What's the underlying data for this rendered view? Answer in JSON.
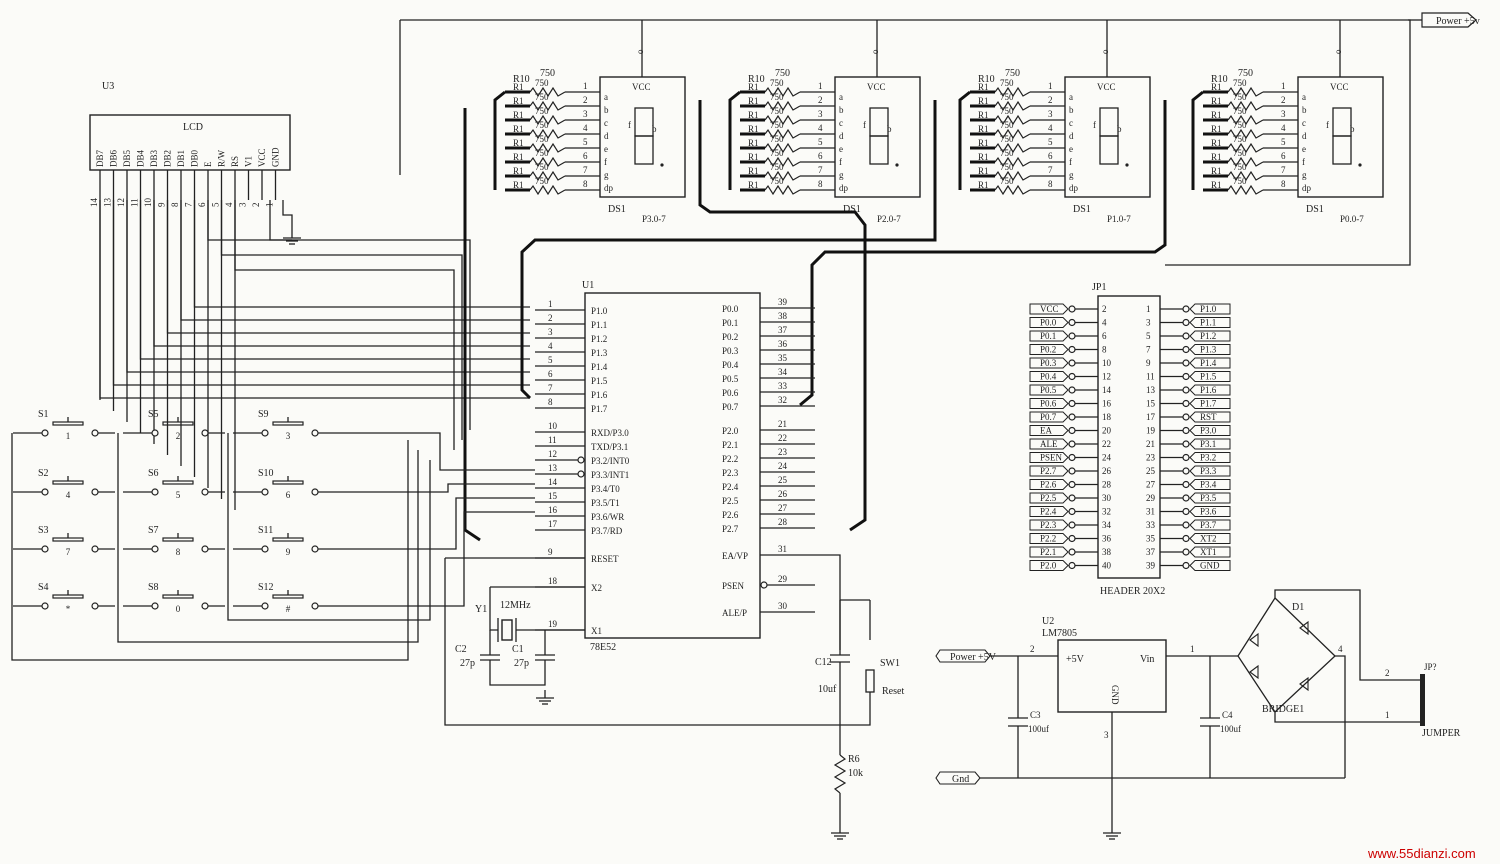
{
  "power_top": "Power +5v",
  "lcd": {
    "ref": "U3",
    "title": "LCD",
    "pins": [
      "DB7",
      "DB6",
      "DB5",
      "DB4",
      "DB3",
      "DB2",
      "DB1",
      "DB0",
      "E",
      "R/W",
      "RS",
      "V1",
      "VCC",
      "GND"
    ],
    "pin_numbers": [
      "14",
      "13",
      "12",
      "11",
      "10",
      "9",
      "8",
      "7",
      "6",
      "5",
      "4",
      "3",
      "2",
      "1"
    ]
  },
  "displays": [
    {
      "resistor_ref": "R10",
      "resistor_val": "750",
      "label": "DS1",
      "port": "P3.0-7"
    },
    {
      "resistor_ref": "R10",
      "resistor_val": "750",
      "label": "DS1",
      "port": "P2.0-7"
    },
    {
      "resistor_ref": "R10",
      "resistor_val": "750",
      "label": "DS1",
      "port": "P1.0-7"
    },
    {
      "resistor_ref": "R10",
      "resistor_val": "750",
      "label": "DS1",
      "port": "P0.0-7"
    }
  ],
  "seg_pins": [
    "1",
    "2",
    "3",
    "4",
    "5",
    "6",
    "7",
    "8"
  ],
  "seg_letters": [
    "a",
    "b",
    "c",
    "d",
    "e",
    "f",
    "g",
    "dp"
  ],
  "vcc": "VCC",
  "resistor_small": "R1",
  "resistor_small_val": "750",
  "mcu": {
    "ref": "U1",
    "part": "78E52",
    "left": [
      {
        "n": "1",
        "l": "P1.0"
      },
      {
        "n": "2",
        "l": "P1.1"
      },
      {
        "n": "3",
        "l": "P1.2"
      },
      {
        "n": "4",
        "l": "P1.3"
      },
      {
        "n": "5",
        "l": "P1.4"
      },
      {
        "n": "6",
        "l": "P1.5"
      },
      {
        "n": "7",
        "l": "P1.6"
      },
      {
        "n": "8",
        "l": "P1.7"
      },
      {
        "n": "10",
        "l": "RXD/P3.0"
      },
      {
        "n": "11",
        "l": "TXD/P3.1"
      },
      {
        "n": "12",
        "l": "P3.2/INT0"
      },
      {
        "n": "13",
        "l": "P3.3/INT1"
      },
      {
        "n": "14",
        "l": "P3.4/T0"
      },
      {
        "n": "15",
        "l": "P3.5/T1"
      },
      {
        "n": "16",
        "l": "P3.6/WR"
      },
      {
        "n": "17",
        "l": "P3.7/RD"
      },
      {
        "n": "9",
        "l": "RESET"
      },
      {
        "n": "18",
        "l": "X2"
      },
      {
        "n": "19",
        "l": "X1"
      }
    ],
    "right": [
      {
        "n": "39",
        "l": "P0.0"
      },
      {
        "n": "38",
        "l": "P0.1"
      },
      {
        "n": "37",
        "l": "P0.2"
      },
      {
        "n": "36",
        "l": "P0.3"
      },
      {
        "n": "35",
        "l": "P0.4"
      },
      {
        "n": "34",
        "l": "P0.5"
      },
      {
        "n": "33",
        "l": "P0.6"
      },
      {
        "n": "32",
        "l": "P0.7"
      },
      {
        "n": "21",
        "l": "P2.0"
      },
      {
        "n": "22",
        "l": "P2.1"
      },
      {
        "n": "23",
        "l": "P2.2"
      },
      {
        "n": "24",
        "l": "P2.3"
      },
      {
        "n": "25",
        "l": "P2.4"
      },
      {
        "n": "26",
        "l": "P2.5"
      },
      {
        "n": "27",
        "l": "P2.6"
      },
      {
        "n": "28",
        "l": "P2.7"
      },
      {
        "n": "31",
        "l": "EA/VP"
      },
      {
        "n": "29",
        "l": "PSEN"
      },
      {
        "n": "30",
        "l": "ALE/P"
      }
    ]
  },
  "crystal": {
    "ref": "Y1",
    "freq": "12MHz",
    "c2": "C2",
    "c2v": "27p",
    "c1": "C1",
    "c1v": "27p"
  },
  "reset": {
    "c12": "C12",
    "c12v": "10uf",
    "sw": "SW1",
    "swl": "Reset",
    "r6": "R6",
    "r6v": "10k"
  },
  "switches": [
    {
      "ref": "S1",
      "key": "1"
    },
    {
      "ref": "S5",
      "key": "2"
    },
    {
      "ref": "S9",
      "key": "3"
    },
    {
      "ref": "S2",
      "key": "4"
    },
    {
      "ref": "S6",
      "key": "5"
    },
    {
      "ref": "S10",
      "key": "6"
    },
    {
      "ref": "S3",
      "key": "7"
    },
    {
      "ref": "S7",
      "key": "8"
    },
    {
      "ref": "S11",
      "key": "9"
    },
    {
      "ref": "S4",
      "key": "*"
    },
    {
      "ref": "S8",
      "key": "0"
    },
    {
      "ref": "S12",
      "key": "#"
    }
  ],
  "header": {
    "ref": "JP1",
    "name": "HEADER 20X2",
    "rows": [
      {
        "ll": "VCC",
        "ln": "2",
        "rn": "1",
        "rl": "P1.0"
      },
      {
        "ll": "P0.0",
        "ln": "4",
        "rn": "3",
        "rl": "P1.1"
      },
      {
        "ll": "P0.1",
        "ln": "6",
        "rn": "5",
        "rl": "P1.2"
      },
      {
        "ll": "P0.2",
        "ln": "8",
        "rn": "7",
        "rl": "P1.3"
      },
      {
        "ll": "P0.3",
        "ln": "10",
        "rn": "9",
        "rl": "P1.4"
      },
      {
        "ll": "P0.4",
        "ln": "12",
        "rn": "11",
        "rl": "P1.5"
      },
      {
        "ll": "P0.5",
        "ln": "14",
        "rn": "13",
        "rl": "P1.6"
      },
      {
        "ll": "P0.6",
        "ln": "16",
        "rn": "15",
        "rl": "P1.7"
      },
      {
        "ll": "P0.7",
        "ln": "18",
        "rn": "17",
        "rl": "RST"
      },
      {
        "ll": "EA",
        "ln": "20",
        "rn": "19",
        "rl": "P3.0"
      },
      {
        "ll": "ALE",
        "ln": "22",
        "rn": "21",
        "rl": "P3.1"
      },
      {
        "ll": "PSEN",
        "ln": "24",
        "rn": "23",
        "rl": "P3.2"
      },
      {
        "ll": "P2.7",
        "ln": "26",
        "rn": "25",
        "rl": "P3.3"
      },
      {
        "ll": "P2.6",
        "ln": "28",
        "rn": "27",
        "rl": "P3.4"
      },
      {
        "ll": "P2.5",
        "ln": "30",
        "rn": "29",
        "rl": "P3.5"
      },
      {
        "ll": "P2.4",
        "ln": "32",
        "rn": "31",
        "rl": "P3.6"
      },
      {
        "ll": "P2.3",
        "ln": "34",
        "rn": "33",
        "rl": "P3.7"
      },
      {
        "ll": "P2.2",
        "ln": "36",
        "rn": "35",
        "rl": "XT2"
      },
      {
        "ll": "P2.1",
        "ln": "38",
        "rn": "37",
        "rl": "XT1"
      },
      {
        "ll": "P2.0",
        "ln": "40",
        "rn": "39",
        "rl": "GND"
      }
    ]
  },
  "psu": {
    "u2": "U2",
    "reg": "LM7805",
    "pin_out": "+5V",
    "pin_in": "Vin",
    "pin_gnd": "GND",
    "n2": "2",
    "n1": "1",
    "n3": "3",
    "c3": "C3",
    "c3v": "100uf",
    "c4": "C4",
    "c4v": "100uf",
    "power_label": "Power +5V",
    "gnd_label": "Gnd",
    "d1": "D1",
    "bridge": "BRIDGE1",
    "jp": "JP?",
    "jumper": "JUMPER",
    "j2": "2",
    "j1": "1",
    "bridge_pin4": "4"
  },
  "watermark": "www.55dianzi.com"
}
